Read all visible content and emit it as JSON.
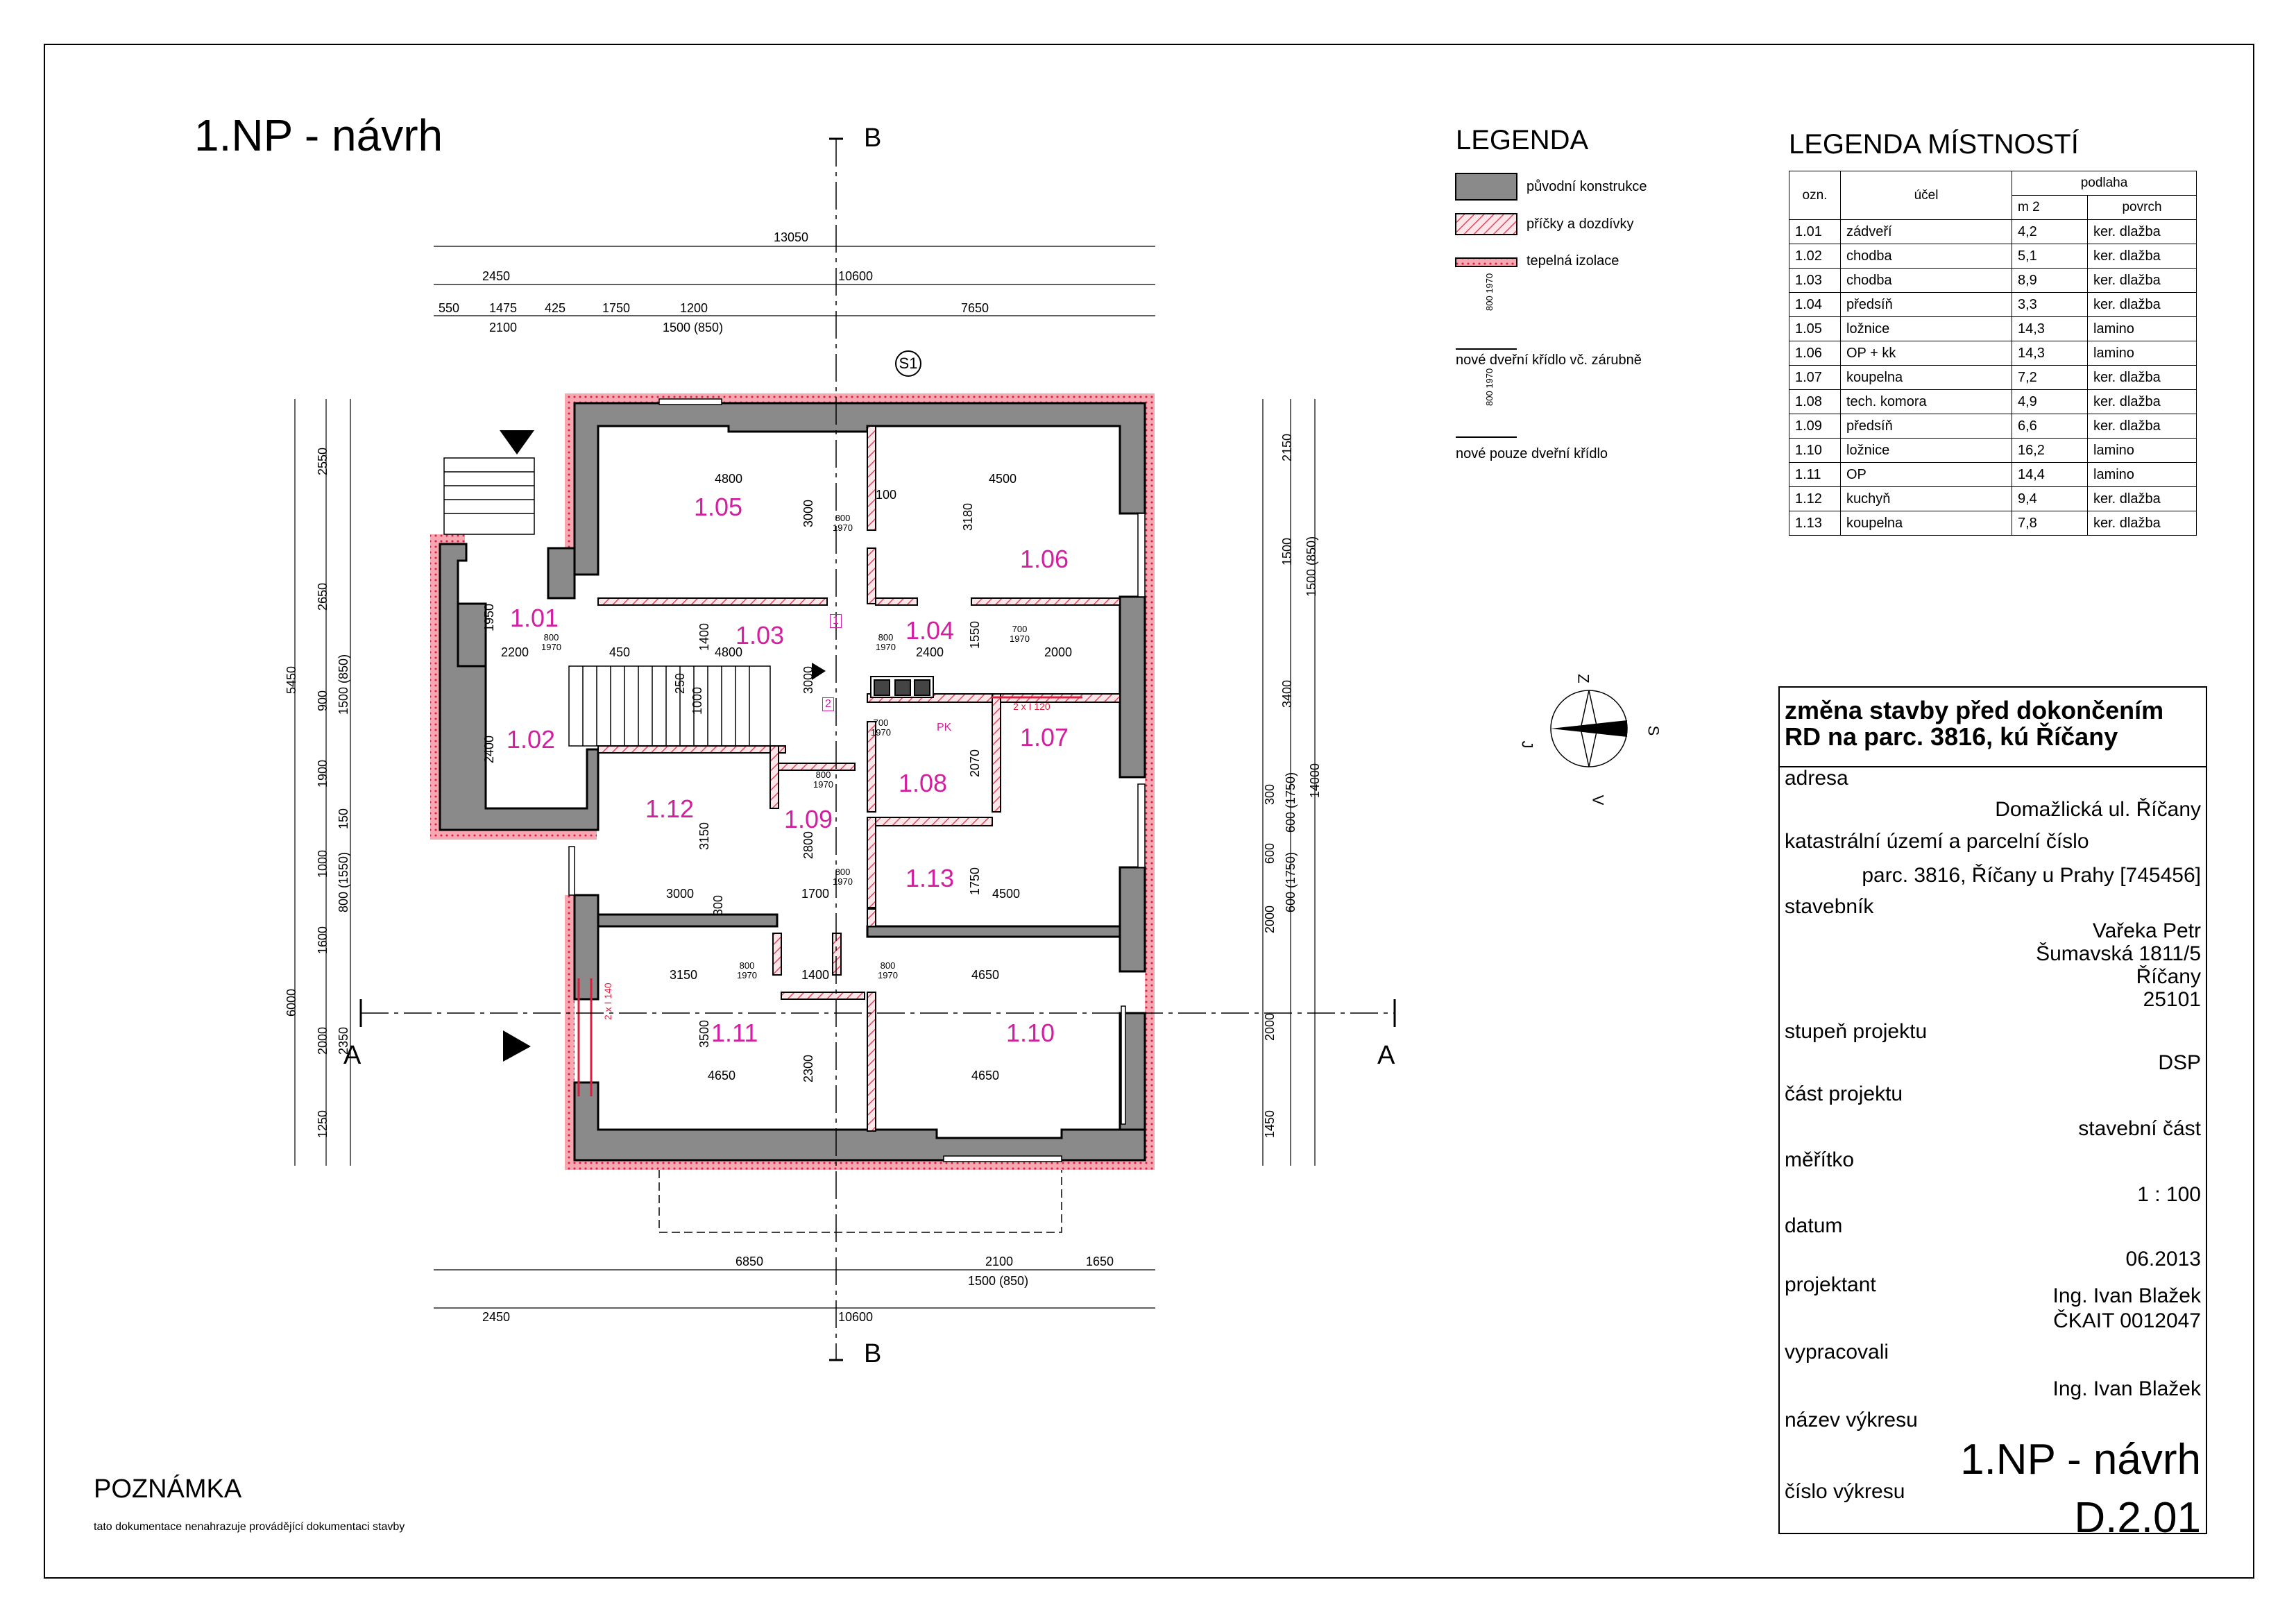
{
  "drawing_title": "1.NP - návrh",
  "legend": {
    "title": "LEGENDA",
    "items": [
      {
        "label": "původní konstrukce"
      },
      {
        "label": "příčky a dozdívky"
      },
      {
        "label": "tepelná izolace"
      },
      {
        "label": "nové dveřní křídlo vč. zárubně",
        "door_w": "800",
        "door_h": "1970"
      },
      {
        "label": "nové pouze dveřní křídlo",
        "door_w": "800",
        "door_h": "1970"
      }
    ]
  },
  "room_legend": {
    "title": "LEGENDA MÍSTNOSTÍ",
    "headers": {
      "ozn": "ozn.",
      "ucel": "účel",
      "podlaha": "podlaha",
      "m2": "m 2",
      "povrch": "povrch"
    },
    "rows": [
      {
        "ozn": "1.01",
        "ucel": "zádveří",
        "m2": "4,2",
        "povrch": "ker. dlažba"
      },
      {
        "ozn": "1.02",
        "ucel": "chodba",
        "m2": "5,1",
        "povrch": "ker. dlažba"
      },
      {
        "ozn": "1.03",
        "ucel": "chodba",
        "m2": "8,9",
        "povrch": "ker. dlažba"
      },
      {
        "ozn": "1.04",
        "ucel": "předsíň",
        "m2": "3,3",
        "povrch": "ker. dlažba"
      },
      {
        "ozn": "1.05",
        "ucel": "ložnice",
        "m2": "14,3",
        "povrch": "lamino"
      },
      {
        "ozn": "1.06",
        "ucel": "OP + kk",
        "m2": "14,3",
        "povrch": "lamino"
      },
      {
        "ozn": "1.07",
        "ucel": "koupelna",
        "m2": "7,2",
        "povrch": "ker. dlažba"
      },
      {
        "ozn": "1.08",
        "ucel": "tech. komora",
        "m2": "4,9",
        "povrch": "ker. dlažba"
      },
      {
        "ozn": "1.09",
        "ucel": "předsíň",
        "m2": "6,6",
        "povrch": "ker. dlažba"
      },
      {
        "ozn": "1.10",
        "ucel": "ložnice",
        "m2": "16,2",
        "povrch": "lamino"
      },
      {
        "ozn": "1.11",
        "ucel": "OP",
        "m2": "14,4",
        "povrch": "lamino"
      },
      {
        "ozn": "1.12",
        "ucel": "kuchyň",
        "m2": "9,4",
        "povrch": "ker. dlažba"
      },
      {
        "ozn": "1.13",
        "ucel": "koupelna",
        "m2": "7,8",
        "povrch": "ker. dlažba"
      }
    ]
  },
  "compass": {
    "z": "Z",
    "s": "S",
    "j": "J",
    "v": "V"
  },
  "title_block": {
    "heading_line1": "změna stavby před dokončením",
    "heading_line2": "RD  na parc. 3816, kú Říčany",
    "adresa_label": "adresa",
    "adresa_value": "Domažlická ul. Říčany",
    "katastr_label": "katastrální území a parcelní číslo",
    "katastr_value": "parc. 3816, Říčany u Prahy [745456]",
    "stavebnik_label": "stavebník",
    "stavebnik_name": "Vařeka Petr",
    "stavebnik_street": "Šumavská 1811/5",
    "stavebnik_city": "Říčany",
    "stavebnik_zip": "25101",
    "stupen_label": "stupeň projektu",
    "stupen_value": "DSP",
    "cast_label": "část projektu",
    "cast_value": "stavební část",
    "meritko_label": "měřítko",
    "meritko_value": "1 : 100",
    "datum_label": "datum",
    "datum_value": "06.2013",
    "projektant_label": "projektant",
    "projektant_name": "Ing. Ivan Blažek",
    "projektant_id": "ČKAIT 0012047",
    "vypracovali_label": "vypracovali",
    "vypracovali_value": "Ing. Ivan Blažek",
    "nazev_label": "název výkresu",
    "nazev_value": "1.NP - návrh",
    "cislo_label": "číslo výkresu",
    "cislo_value": "D.2.01"
  },
  "note": {
    "title": "POZNÁMKA",
    "text": "tato dokumentace nenahrazuje provádějící dokumentaci stavby"
  },
  "plan": {
    "section_a": "A",
    "section_b": "B",
    "section_s1": "S1",
    "rooms": [
      "1.01",
      "1.02",
      "1.03",
      "1.04",
      "1.05",
      "1.06",
      "1.07",
      "1.08",
      "1.09",
      "1.10",
      "1.11",
      "1.12",
      "1.13"
    ],
    "stair_labels": [
      "1",
      "2"
    ],
    "lintels": [
      "2 x I 120",
      "2 x I 140"
    ],
    "pk_label": "PK",
    "dims_top": [
      "13050",
      "2450",
      "10600",
      "550",
      "1475",
      "425",
      "1750",
      "1200",
      "7650",
      "2100",
      "1500 (850)"
    ],
    "dims_bottom": [
      "6850",
      "2100",
      "1650",
      "1500 (850)",
      "2450",
      "10600"
    ],
    "dims_left": [
      "2550",
      "2650",
      "5450",
      "900",
      "1500 (850)",
      "1900",
      "150",
      "1000",
      "800 (1550)",
      "1600",
      "6000",
      "2000",
      "2350",
      "1250"
    ],
    "dims_right": [
      "2150",
      "1500",
      "1500 (850)",
      "3400",
      "300",
      "600 (1750)",
      "14000",
      "600",
      "600 (1750)",
      "2000",
      "2000",
      "1450"
    ],
    "dims_interior": [
      "4800",
      "4500",
      "3000",
      "3180",
      "1950",
      "2200",
      "450",
      "1400",
      "4800",
      "2400",
      "1550",
      "3000",
      "1000",
      "2400",
      "2070",
      "2000",
      "3150",
      "2800",
      "1700",
      "3000",
      "1750",
      "4500",
      "3150",
      "1400",
      "4650",
      "3500",
      "2300",
      "4650",
      "4650",
      "100",
      "250",
      "300"
    ],
    "door_tags": [
      "800",
      "1970",
      "700",
      "1970",
      "800",
      "1970",
      "700",
      "1970",
      "800",
      "1970",
      "800",
      "1970",
      "800",
      "1970",
      "800",
      "1970",
      "800",
      "1970"
    ]
  }
}
